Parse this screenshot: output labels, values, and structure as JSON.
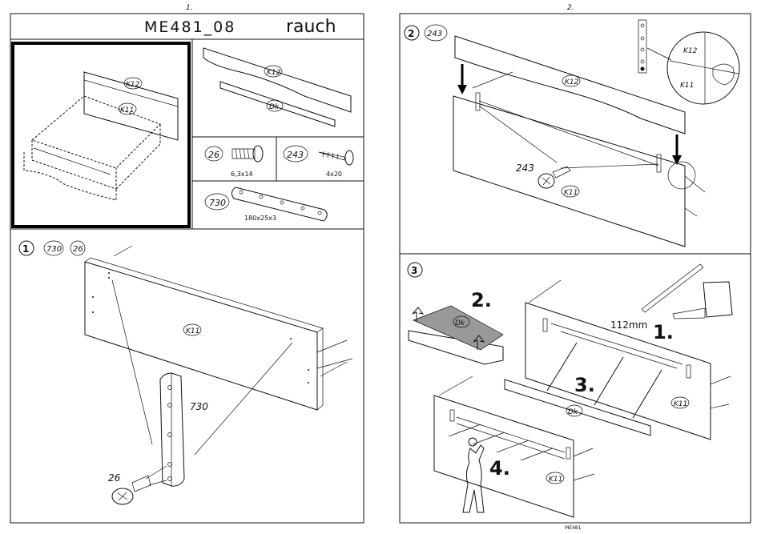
{
  "page_numbers": {
    "left": "1.",
    "right": "2."
  },
  "header": {
    "code": "ME481_08",
    "brand": "rauch"
  },
  "parts": {
    "k12": "K12",
    "k11": "K11",
    "dk": "Dk"
  },
  "hardware": {
    "screw26": {
      "id": "26",
      "size": "6,3x14"
    },
    "screw243": {
      "id": "243",
      "size": "4x20"
    },
    "plate730": {
      "id": "730",
      "size": "180x25x3"
    }
  },
  "step1": {
    "number": "1",
    "refs": [
      "730",
      "26"
    ],
    "label_730": "730",
    "label_26": "26",
    "panel": "K11"
  },
  "step2": {
    "number": "2",
    "refs": [
      "243"
    ],
    "label_243": "243",
    "detail_k12": "K12",
    "detail_k11": "K11"
  },
  "step3": {
    "number": "3",
    "measure": "112mm",
    "sub1": "1.",
    "sub2": "2.",
    "sub3": "3.",
    "sub4": "4."
  },
  "footer": {
    "code": "ME481"
  }
}
